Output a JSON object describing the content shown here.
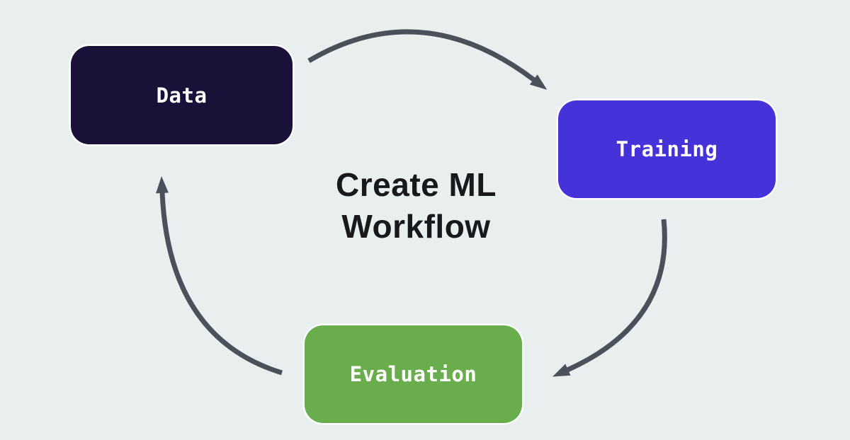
{
  "diagram": {
    "background_color": "#e9efee",
    "title": {
      "text": "Create ML Workflow",
      "line1": "Create ML",
      "line2": "Workflow",
      "color": "#17191d"
    },
    "arrow_color": "#4b515b",
    "nodes": [
      {
        "id": "data",
        "label": "Data",
        "fill": "#1a1139",
        "text_color": "#ffffff"
      },
      {
        "id": "training",
        "label": "Training",
        "fill": "#4632d9",
        "text_color": "#ffffff"
      },
      {
        "id": "evaluation",
        "label": "Evaluation",
        "fill": "#69ad4d",
        "text_color": "#ffffff"
      }
    ],
    "arrows": [
      {
        "from": "Data",
        "to": "Training"
      },
      {
        "from": "Training",
        "to": "Evaluation"
      },
      {
        "from": "Evaluation",
        "to": "Data"
      }
    ]
  }
}
